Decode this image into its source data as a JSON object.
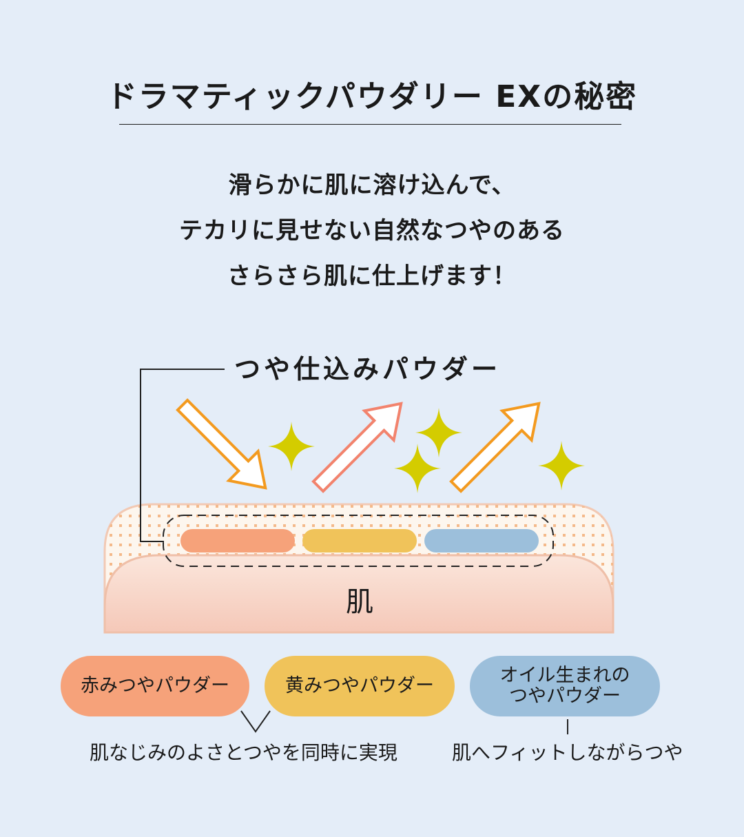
{
  "title": "ドラマティックパウダリー EXの秘密",
  "intro": {
    "lines": [
      "滑らかに肌に溶け込んで、",
      "テカリに見せない自然なつやのある",
      "さらさら肌に仕上げます！"
    ]
  },
  "diagram": {
    "callout": "つや仕込みパウダー",
    "skin_label": "肌",
    "colors": {
      "background": "#e4edf8",
      "skin_top": "#fbe6dc",
      "skin_bottom": "#f5c8b8",
      "dots": "#f4b98a",
      "powder_red": "#f6a27a",
      "powder_yellow": "#f0c35a",
      "powder_blue": "#9cbfdb",
      "arrow_orange": "#f39a1f",
      "arrow_pink": "#f2836d",
      "sparkle": "#d4cc00"
    }
  },
  "legend": {
    "red": "赤みつやパウダー",
    "yellow": "黄みつやパウダー",
    "blue_line1": "オイル生まれの",
    "blue_line2": "つやパウダー",
    "note_left": "肌なじみのよさとつやを同時に実現",
    "note_right": "肌へフィットしながらつや"
  }
}
